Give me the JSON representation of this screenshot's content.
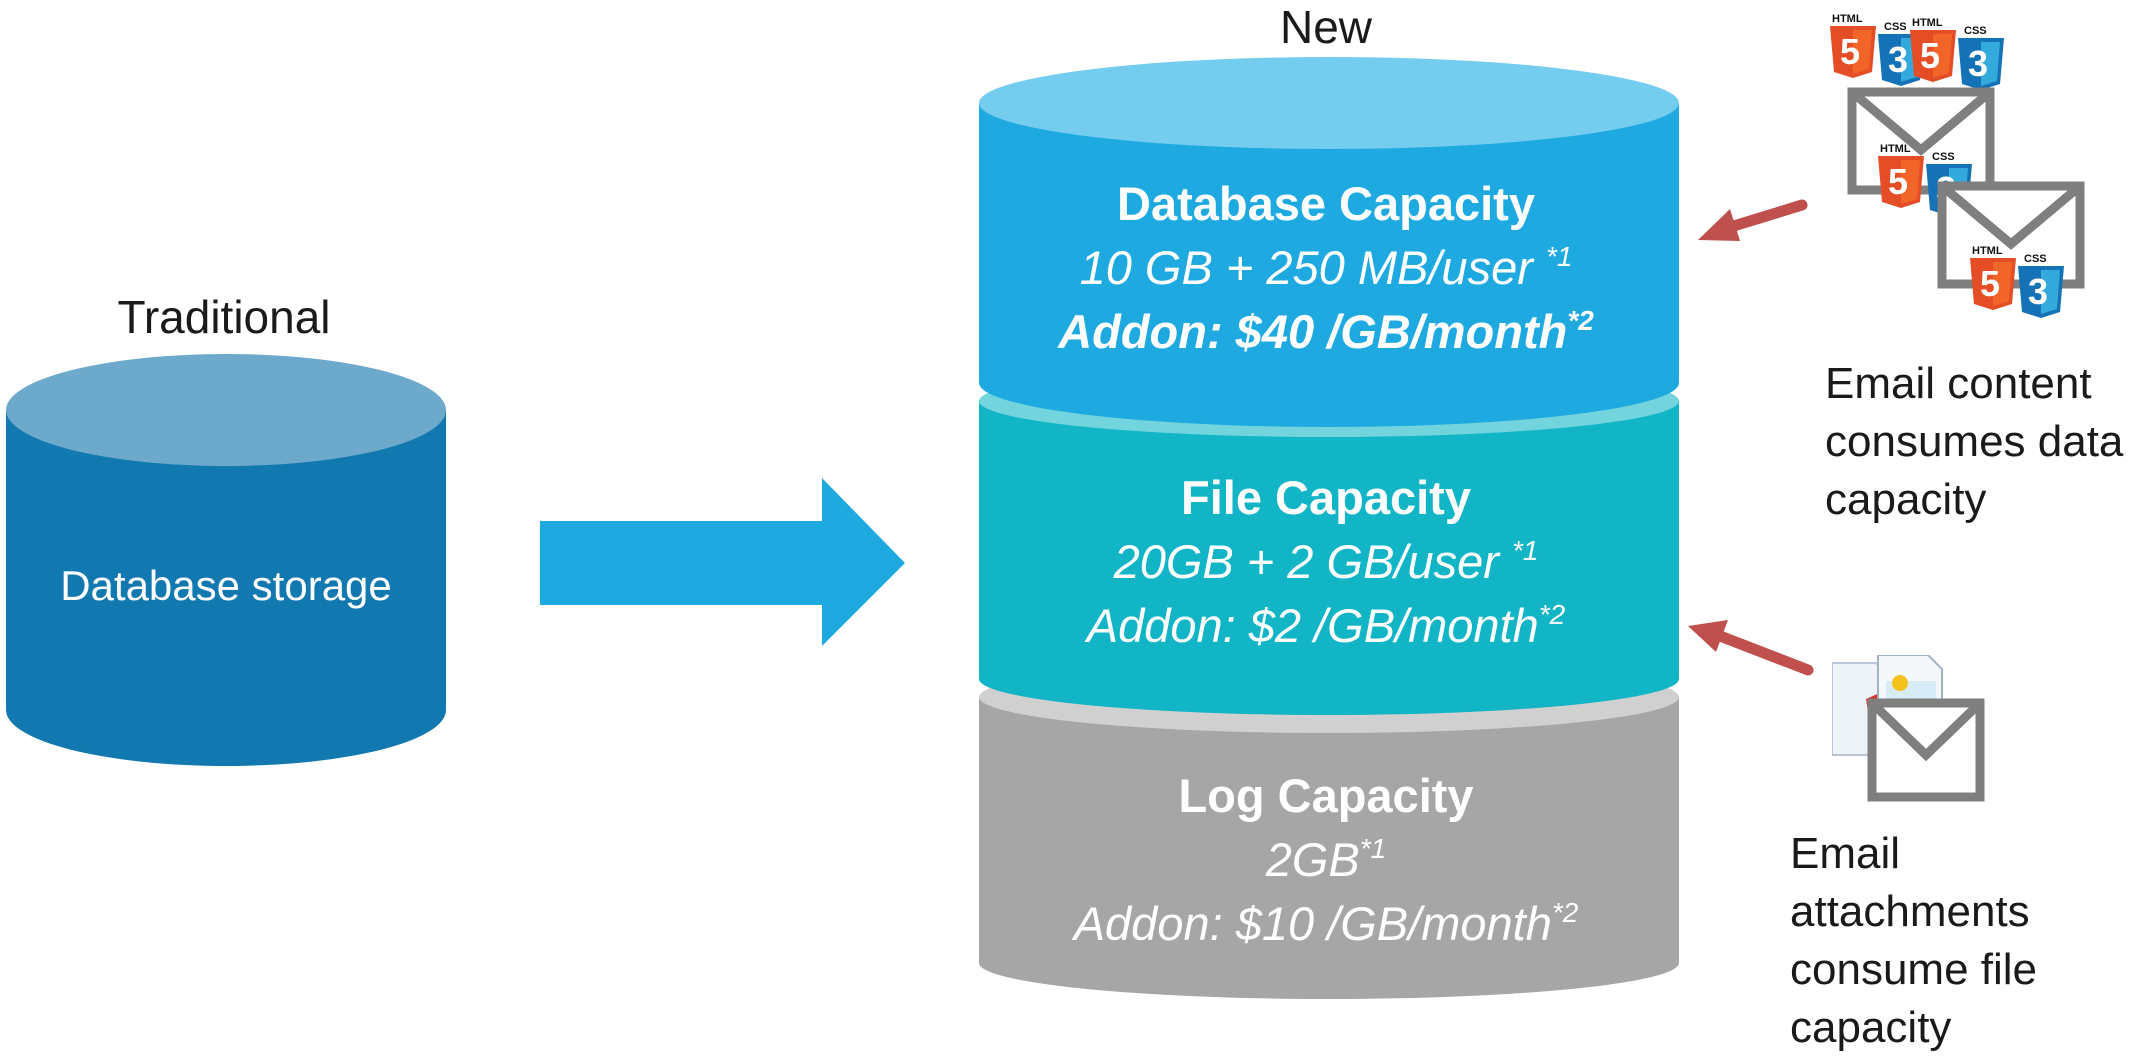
{
  "traditional": {
    "heading": "Traditional",
    "cylinder_label": "Database storage",
    "color": "#1278B0",
    "top_color": "#6CA9CA"
  },
  "new_heading": "New",
  "layers": {
    "database": {
      "title": "Database Capacity",
      "line1": "10 GB  + 250 MB/user ",
      "line1_sup": "*1",
      "line2": "Addon: $40 /GB/month",
      "line2_sup": "*2",
      "color": "#1FA9E1",
      "top_color": "#74CDEF"
    },
    "file": {
      "title": "File Capacity",
      "line1": "20GB + 2 GB/user ",
      "line1_sup": "*1",
      "line2": "Addon: $2 /GB/month",
      "line2_sup": "*2",
      "color": "#12B5C5",
      "top_color": "#72D5DE"
    },
    "log": {
      "title": "Log Capacity",
      "line1": "2GB",
      "line1_sup": "*1",
      "line2": "Addon: $10 /GB/month",
      "line2_sup": "*2",
      "color": "#A6A6A6",
      "top_color": "#D0D0D0"
    }
  },
  "email_content": {
    "caption_lines": [
      "Email content",
      "consumes data",
      "capacity"
    ],
    "html_badge": "HTML",
    "css_badge": "CSS"
  },
  "email_attachments": {
    "caption_lines": [
      "Email attachments",
      "consume file",
      "capacity"
    ]
  },
  "colors": {
    "arrow": "#1FA9E1",
    "pointer_arrow": "#C0504D",
    "envelope": "#7F7F7F",
    "html5": "#E44D26",
    "css3": "#1572B6"
  }
}
